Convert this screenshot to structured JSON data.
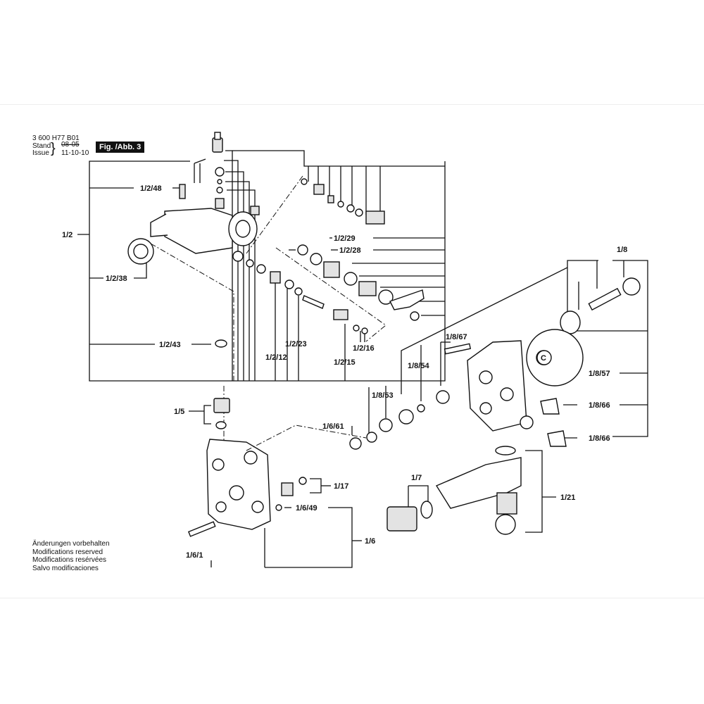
{
  "header": {
    "part_number": "3 600 H77 B01",
    "stand_label": "Stand",
    "issue_label": "Issue",
    "stand_old_date": "08-05",
    "issue_date": "11-10-10",
    "figure_badge": "Fig. /Abb. 3"
  },
  "notes": [
    "Änderungen vorbehalten",
    "Modifications reserved",
    "Modifications resérvées",
    "Salvo modificaciones"
  ],
  "callouts": {
    "c_1_2": "1/2",
    "c_1_2_48": "1/2/48",
    "c_1_2_38": "1/2/38",
    "c_1_2_43": "1/2/43",
    "c_1_2_29": "1/2/29",
    "c_1_2_28": "1/2/28",
    "c_1_2_23": "1/2/23",
    "c_1_2_12": "1/2/12",
    "c_1_2_16": "1/2/16",
    "c_1_2_15": "1/2/15",
    "c_1_5": "1/5",
    "c_1_8": "1/8",
    "c_1_8_67": "1/8/67",
    "c_1_8_54": "1/8/54",
    "c_1_8_53": "1/8/53",
    "c_1_8_57": "1/8/57",
    "c_1_8_66a": "1/8/66",
    "c_1_8_66b": "1/8/66",
    "c_1_6_61": "1/6/61",
    "c_1_17": "1/17",
    "c_1_6_49": "1/6/49",
    "c_1_6": "1/6",
    "c_1_6_1": "1/6/1",
    "c_1_7": "1/7",
    "c_1_21": "1/21",
    "c_letter": "C"
  }
}
